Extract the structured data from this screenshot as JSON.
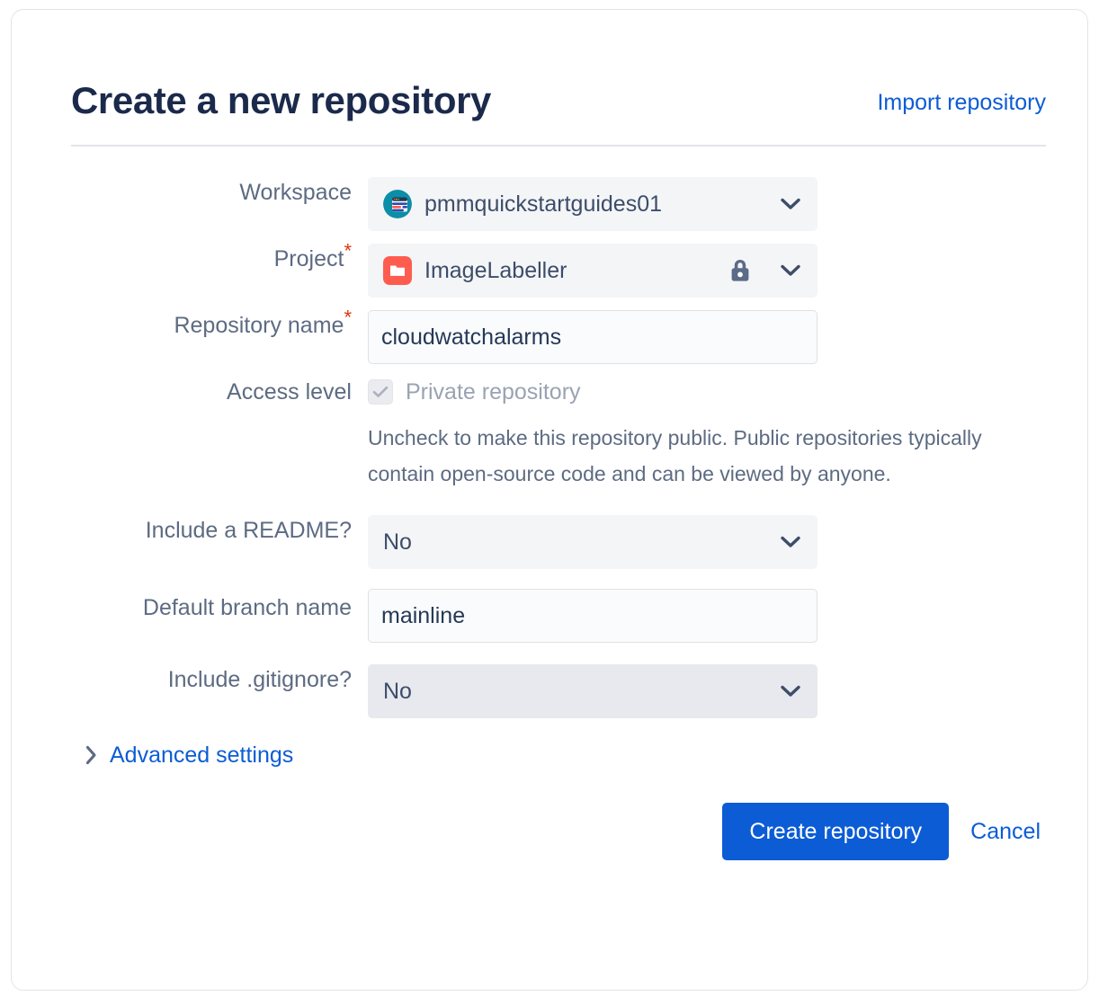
{
  "header": {
    "title": "Create a new repository",
    "import_link": "Import repository"
  },
  "form": {
    "workspace": {
      "label": "Workspace",
      "value": "pmmquickstartguides01",
      "avatar_icon": "workspace-avatar-icon",
      "chevron_icon": "chevron-down-icon",
      "required": false
    },
    "project": {
      "label": "Project",
      "required_marker": "*",
      "value": "ImageLabeller",
      "avatar_icon": "project-folder-icon",
      "lock_icon": "lock-icon",
      "chevron_icon": "chevron-down-icon",
      "required": true
    },
    "repository_name": {
      "label": "Repository name",
      "required_marker": "*",
      "value": "cloudwatchalarms",
      "placeholder": ""
    },
    "access_level": {
      "label": "Access level",
      "checkbox_label": "Private repository",
      "checked": true,
      "disabled": true,
      "check_icon": "checkmark-icon",
      "helper_text": "Uncheck to make this repository public. Public repositories typically contain open-source code and can be viewed by anyone."
    },
    "include_readme": {
      "label": "Include a README?",
      "value": "No",
      "chevron_icon": "chevron-down-icon"
    },
    "default_branch": {
      "label": "Default branch name",
      "value": "mainline",
      "placeholder": ""
    },
    "include_gitignore": {
      "label": "Include .gitignore?",
      "value": "No",
      "chevron_icon": "chevron-down-icon"
    },
    "advanced_settings": {
      "label": "Advanced settings",
      "chevron_icon": "chevron-right-icon",
      "expanded": false
    }
  },
  "footer": {
    "submit_label": "Create repository",
    "cancel_label": "Cancel"
  },
  "colors": {
    "link": "#0b5cd5",
    "primary_button": "#0b5cd5",
    "title": "#1b2a4b",
    "label": "#5d6b82",
    "required": "#de350b",
    "field_bg": "#f4f5f7",
    "field_bg_hover": "#e7e9ee",
    "input_bg": "#fafbfc",
    "project_icon": "#ff5c50",
    "workspace_icon": "#0b8ea8",
    "lock_icon": "#5b6b88"
  }
}
